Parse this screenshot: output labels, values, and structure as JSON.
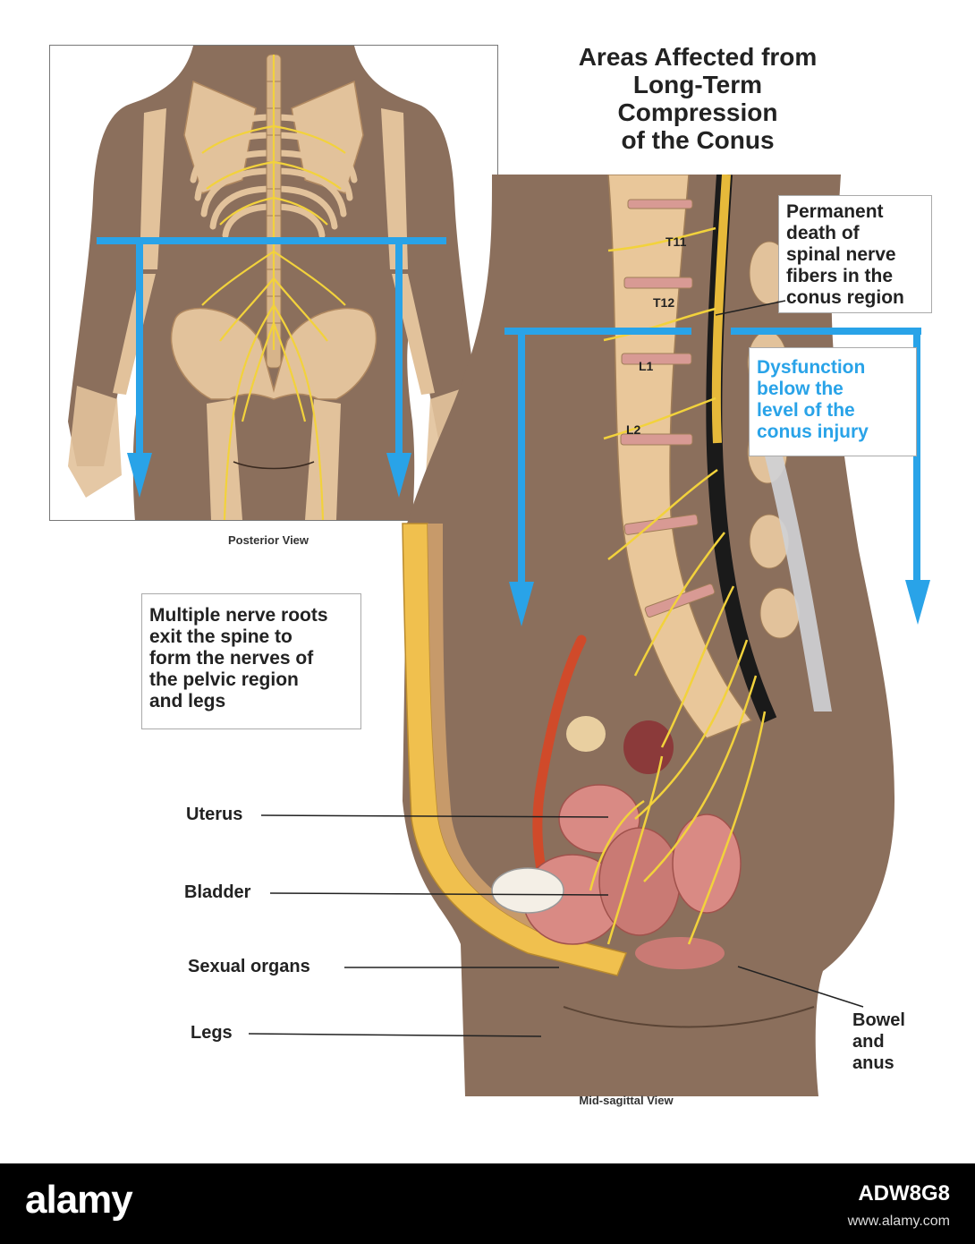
{
  "title": [
    "Areas Affected from",
    "Long-Term",
    "Compression",
    "of the Conus"
  ],
  "inset": {
    "caption": "Posterior View"
  },
  "main": {
    "caption": "Mid-sagittal View"
  },
  "callouts": {
    "permanent": [
      "Permanent",
      "death of",
      "spinal nerve",
      "fibers in the",
      "conus region"
    ],
    "dysfunction": [
      "Dysfunction",
      "below the",
      "level of the",
      "conus injury"
    ],
    "nerve_roots": [
      "Multiple nerve roots",
      "exit the spine to",
      "form the nerves of",
      "the pelvic region",
      "and legs"
    ]
  },
  "vertebrae": [
    "T11",
    "T12",
    "L1",
    "L2"
  ],
  "labels": {
    "uterus": "Uterus",
    "bladder": "Bladder",
    "sexual": "Sexual organs",
    "legs": "Legs",
    "bowel": [
      "Bowel",
      "and",
      "anus"
    ]
  },
  "footer": {
    "brand": "alamy",
    "image_id": "ADW8G8",
    "url": "www.alamy.com"
  },
  "colors": {
    "arrow_blue": "#29a3e8",
    "skin": "#8b6f5c",
    "bone": "#e2c29b",
    "nerve": "#f2d23c",
    "fat": "#f0c04e",
    "artery": "#d04a2a"
  }
}
